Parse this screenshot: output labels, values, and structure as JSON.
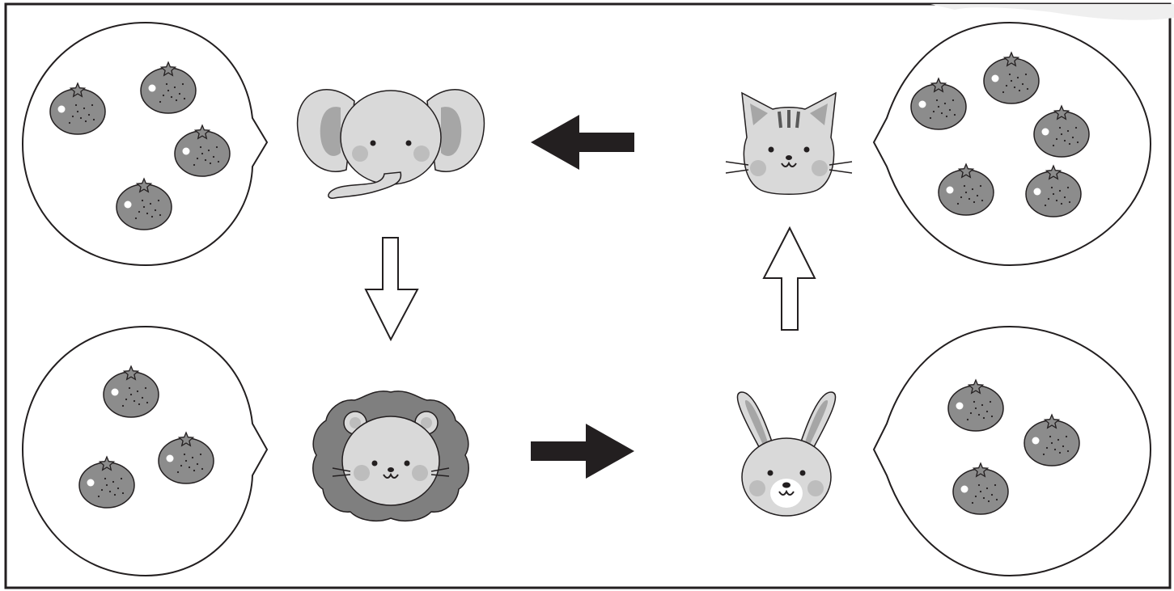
{
  "diagram": {
    "animals": [
      {
        "id": "elephant",
        "icon": "elephant-icon",
        "mandarin_count": 4
      },
      {
        "id": "lion",
        "icon": "lion-icon",
        "mandarin_count": 3
      },
      {
        "id": "rabbit",
        "icon": "rabbit-icon",
        "mandarin_count": 3
      },
      {
        "id": "cat",
        "icon": "cat-icon",
        "mandarin_count": 5
      }
    ],
    "arrows": [
      {
        "from": "cat",
        "to": "elephant",
        "style": "filled"
      },
      {
        "from": "elephant",
        "to": "lion",
        "style": "outline"
      },
      {
        "from": "lion",
        "to": "rabbit",
        "style": "filled"
      },
      {
        "from": "rabbit",
        "to": "cat",
        "style": "outline"
      }
    ],
    "colors": {
      "frame": "#231f20",
      "mandarin": "#8c8c8c",
      "animal_light": "#d9d9d9",
      "lion_mane": "#7f7f7f",
      "cheek": "#bdbdbd",
      "arrow_fill": "#231f20"
    }
  }
}
